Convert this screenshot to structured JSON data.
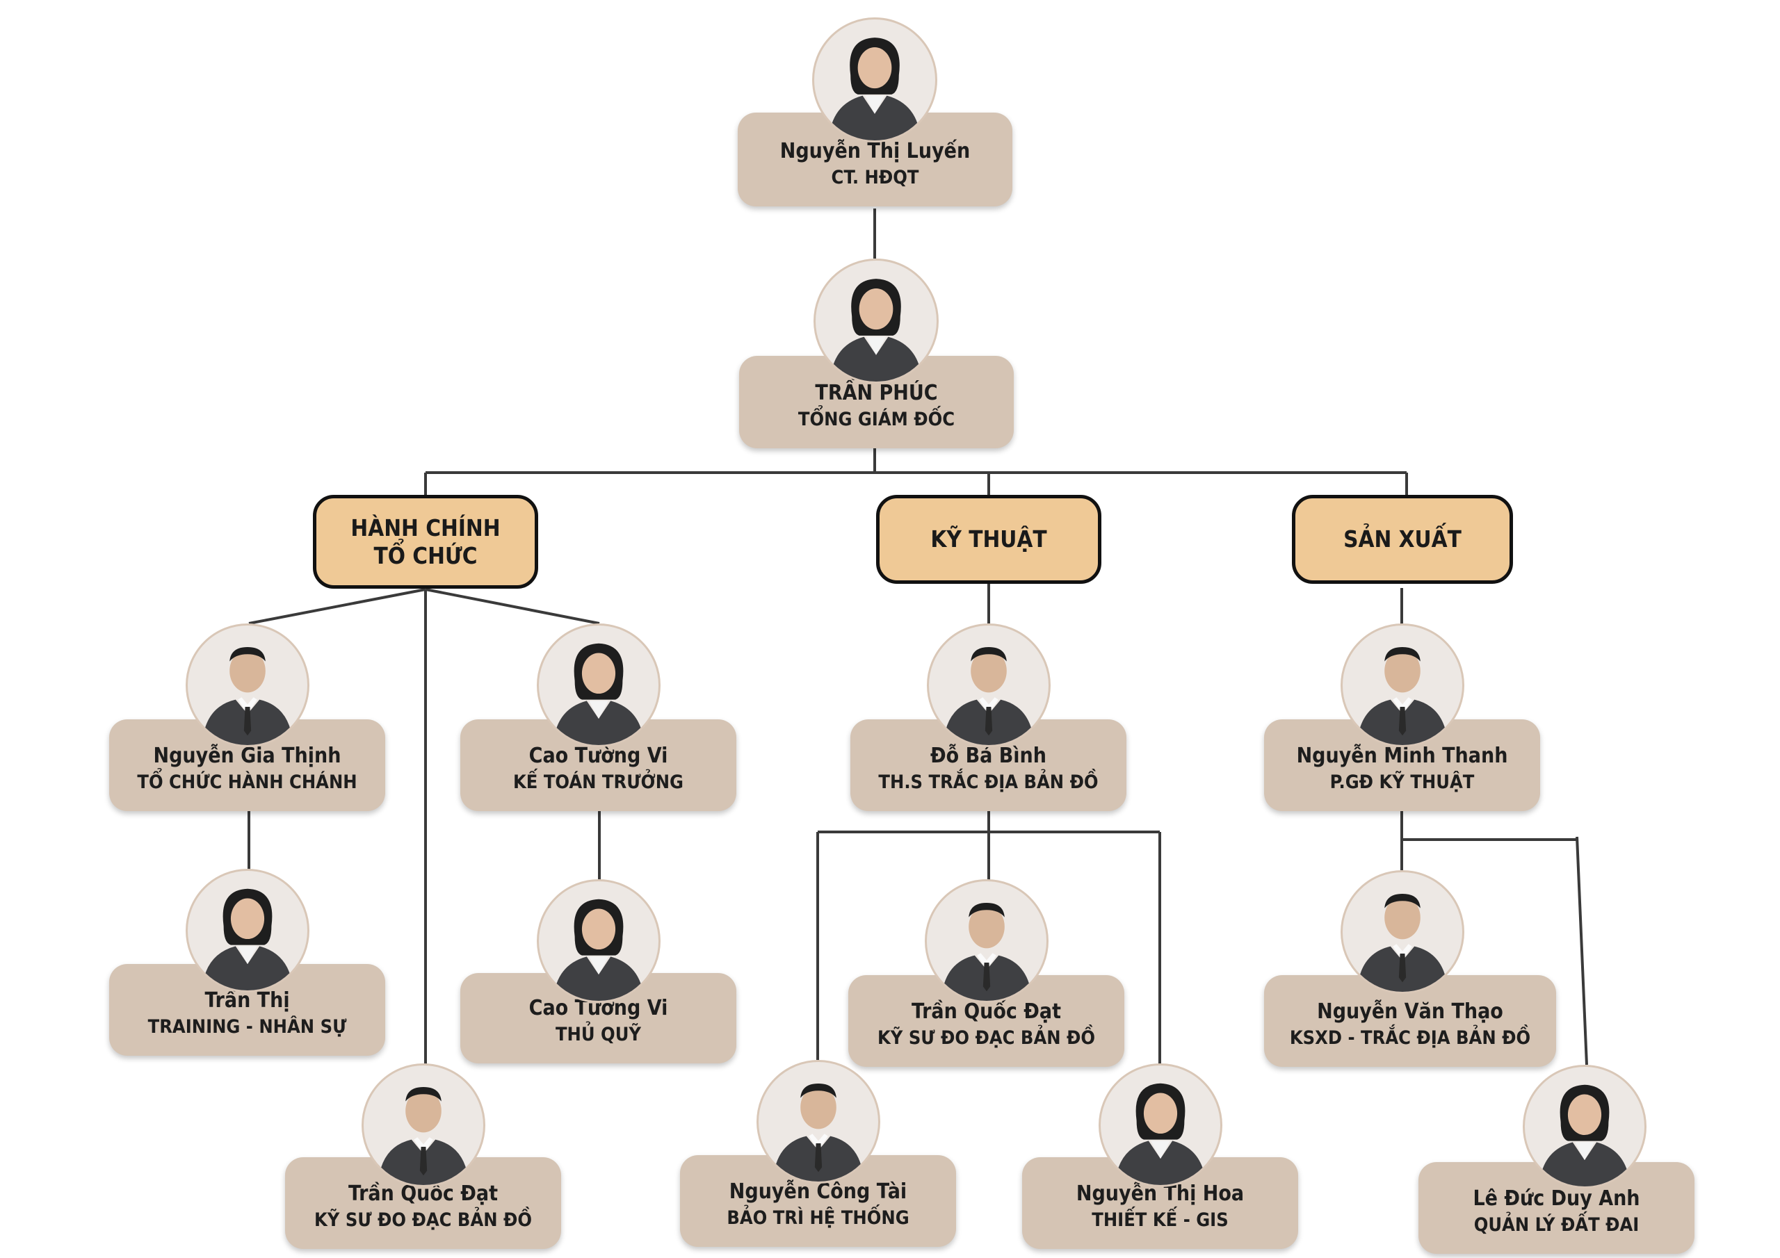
{
  "chairman": {
    "name": "Nguyễn Thị Luyến",
    "role": "CT. HĐQT"
  },
  "ceo": {
    "name": "TRẦN PHÚC",
    "role": "TỔNG GIÁM ĐỐC"
  },
  "departments": {
    "admin": {
      "line1": "HÀNH CHÍNH",
      "line2": "TỔ CHỨC"
    },
    "tech": {
      "line1": "KỸ THUẬT"
    },
    "production": {
      "line1": "SẢN XUẤT"
    }
  },
  "people": {
    "thinh": {
      "name": "Nguyễn Gia Thịnh",
      "role": "TỔ CHỨC HÀNH CHÁNH"
    },
    "vi1": {
      "name": "Cao Tường Vi",
      "role": "KẾ TOÁN TRƯỞNG"
    },
    "tranthi": {
      "name": "Trần Thị",
      "role": "TRAINING - NHÂN SỰ"
    },
    "vi2": {
      "name": "Cao Tường Vi",
      "role": "THỦ QUỸ"
    },
    "dat1": {
      "name": "Trần Quốc Đạt",
      "role": "KỸ SƯ ĐO ĐẠC BẢN ĐỒ"
    },
    "binh": {
      "name": "Đỗ Bá Bình",
      "role": "TH.S TRẮC ĐỊA BẢN ĐỒ"
    },
    "dat2": {
      "name": "Trần Quốc Đạt",
      "role": "KỸ SƯ ĐO ĐẠC BẢN ĐỒ"
    },
    "tai": {
      "name": "Nguyễn Công Tài",
      "role": "BẢO TRÌ HỆ THỐNG"
    },
    "hoa": {
      "name": "Nguyễn Thị Hoa",
      "role": "THIẾT KẾ - GIS"
    },
    "thanh": {
      "name": "Nguyễn Minh Thanh",
      "role": "P.GĐ KỸ THUẬT"
    },
    "thao": {
      "name": "Nguyễn Văn Thạo",
      "role": "KSXD - TRẮC ĐỊA BẢN ĐỒ"
    },
    "duyanh": {
      "name": "Lê Đức Duy Anh",
      "role": "QUẢN LÝ ĐẤT ĐAI"
    }
  },
  "colors": {
    "card": "#d5c4b4",
    "department": "#efc996",
    "line": "#3a3a3a",
    "suit": "#3f4043"
  }
}
